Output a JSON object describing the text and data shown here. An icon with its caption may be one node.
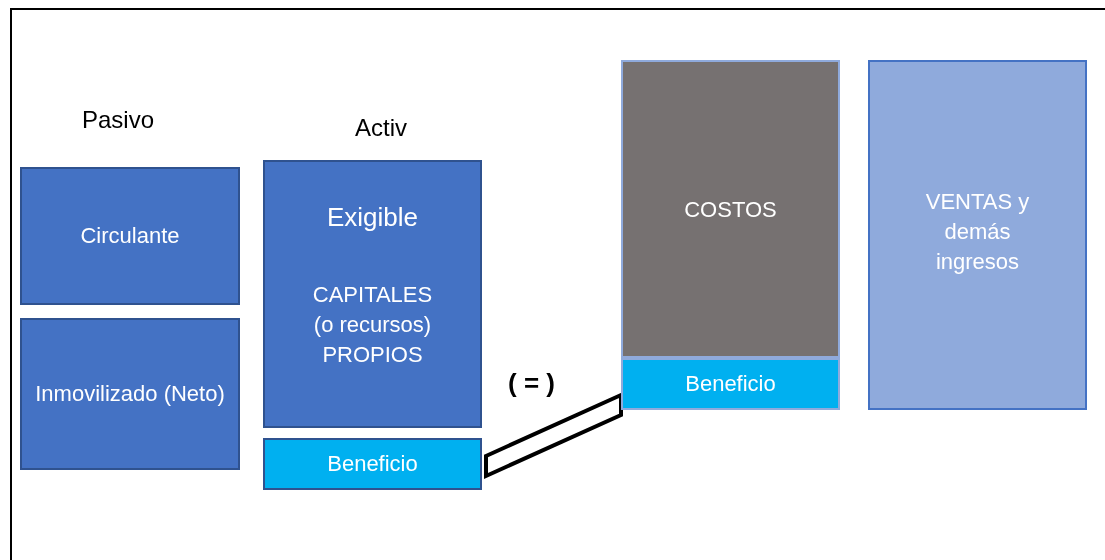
{
  "diagram": {
    "nodes": [
      {
        "text": [
          "Circulante"
        ]
      },
      {
        "text": [
          "Inmovilizado (Neto)"
        ]
      },
      {
        "text": [
          "Exigible",
          "CAPITALES (o recursos) PROPIOS"
        ]
      },
      {
        "text": [
          "Beneficio"
        ]
      },
      {
        "text": [
          "COSTOS"
        ]
      },
      {
        "text": [
          "Beneficio"
        ]
      },
      {
        "text": [
          "VENTAS y demás ingresos"
        ]
      }
    ],
    "edges": [
      {
        "from": 3,
        "to": 5,
        "arrow": "none",
        "label": "( = )"
      }
    ],
    "labels": [
      "Pasivo",
      "Activ"
    ]
  }
}
